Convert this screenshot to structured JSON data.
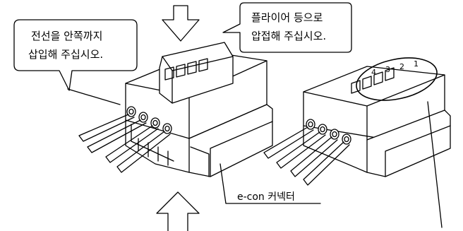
{
  "callouts": {
    "insert_wire": [
      "전선을 안쪽까지",
      "삽입해 주십시오."
    ],
    "press_pliers": [
      "플라이어 등으로",
      "압접해 주십시오."
    ]
  },
  "labels": {
    "connector": "e-con 커넥터"
  },
  "pin_numbers": [
    "4",
    "3",
    "2",
    "1"
  ]
}
